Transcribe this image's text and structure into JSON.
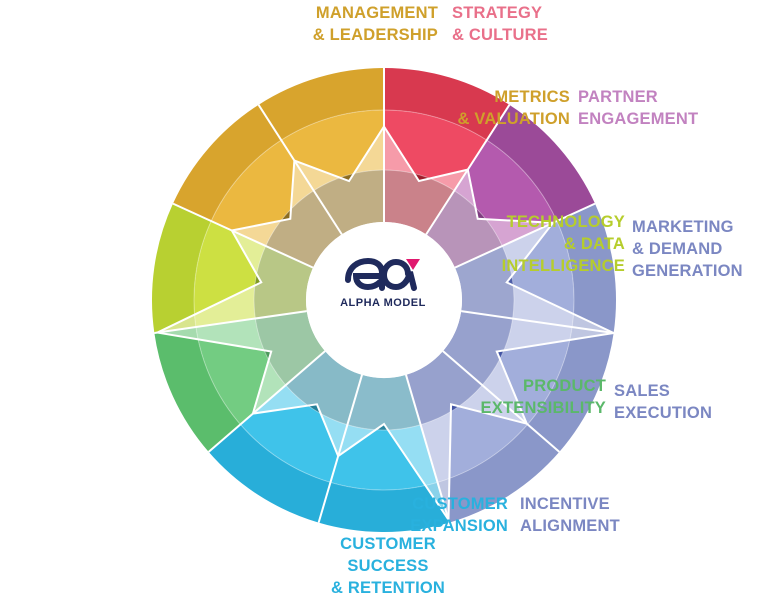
{
  "center": {
    "brand": "ALPHA MODEL"
  },
  "segments": [
    {
      "id": "strategy",
      "lines": [
        "STRATEGY",
        "& CULTURE"
      ],
      "colors": [
        "#d8394f",
        "#ee4a63",
        "#9e1c2a"
      ],
      "score": 0.62,
      "label_color": "#e9708a"
    },
    {
      "id": "partner",
      "lines": [
        "PARTNER",
        "ENGAGEMENT"
      ],
      "colors": [
        "#9b4a98",
        "#b45aae",
        "#7f3c80"
      ],
      "score": 0.5,
      "label_color": "#c282c0"
    },
    {
      "id": "marketing",
      "lines": [
        "MARKETING",
        "& DEMAND",
        "GENERATION"
      ],
      "colors": [
        "#8a97c9",
        "#a2aedb",
        "#4d5ea8"
      ],
      "score": 0.7,
      "label_color": "#7b87c2"
    },
    {
      "id": "sales",
      "lines": [
        "SALES",
        "EXECUTION"
      ],
      "colors": [
        "#8a97c9",
        "#a2aedb",
        "#4254a4"
      ],
      "score": 1.0,
      "label_color": "#7b87c2"
    },
    {
      "id": "incentive",
      "lines": [
        "INCENTIVE",
        "ALIGNMENT"
      ],
      "colors": [
        "#8a97c9",
        "#a2aedb",
        "#4254a4"
      ],
      "score": 0.72,
      "label_color": "#7b87c2"
    },
    {
      "id": "success",
      "lines": [
        "CUSTOMER",
        "SUCCESS",
        "& RETENTION"
      ],
      "colors": [
        "#28aed9",
        "#3fc3ea",
        "#2b86a0"
      ],
      "score": 0.98,
      "label_color": "#29b1de"
    },
    {
      "id": "expansion",
      "lines": [
        "CUSTOMER",
        "EXPANSION"
      ],
      "colors": [
        "#28aed9",
        "#3fc3ea",
        "#25819a"
      ],
      "score": 0.55,
      "label_color": "#29b1de"
    },
    {
      "id": "product",
      "lines": [
        "PRODUCT",
        "EXTENSIBILITY"
      ],
      "colors": [
        "#5bbd6c",
        "#73cc82",
        "#4c9a5c"
      ],
      "score": 0.62,
      "label_color": "#5bb86a"
    },
    {
      "id": "technology",
      "lines": [
        "TECHNOLOGY",
        "& DATA",
        "INTELLIGENCE"
      ],
      "colors": [
        "#b8d031",
        "#cde042",
        "#7f9a24"
      ],
      "score": 0.98,
      "label_color": "#b6cd2c"
    },
    {
      "id": "metrics",
      "lines": [
        "METRICS",
        "& VALUATION"
      ],
      "colors": [
        "#d8a42d",
        "#ebb840",
        "#8c6c1f"
      ],
      "score": 0.58,
      "label_color": "#cfa02b"
    },
    {
      "id": "management",
      "lines": [
        "MANAGEMENT",
        "& LEADERSHIP"
      ],
      "colors": [
        "#d8a42d",
        "#ebb840",
        "#8c6c1f"
      ],
      "score": 0.57,
      "label_color": "#cfa02b"
    }
  ]
}
